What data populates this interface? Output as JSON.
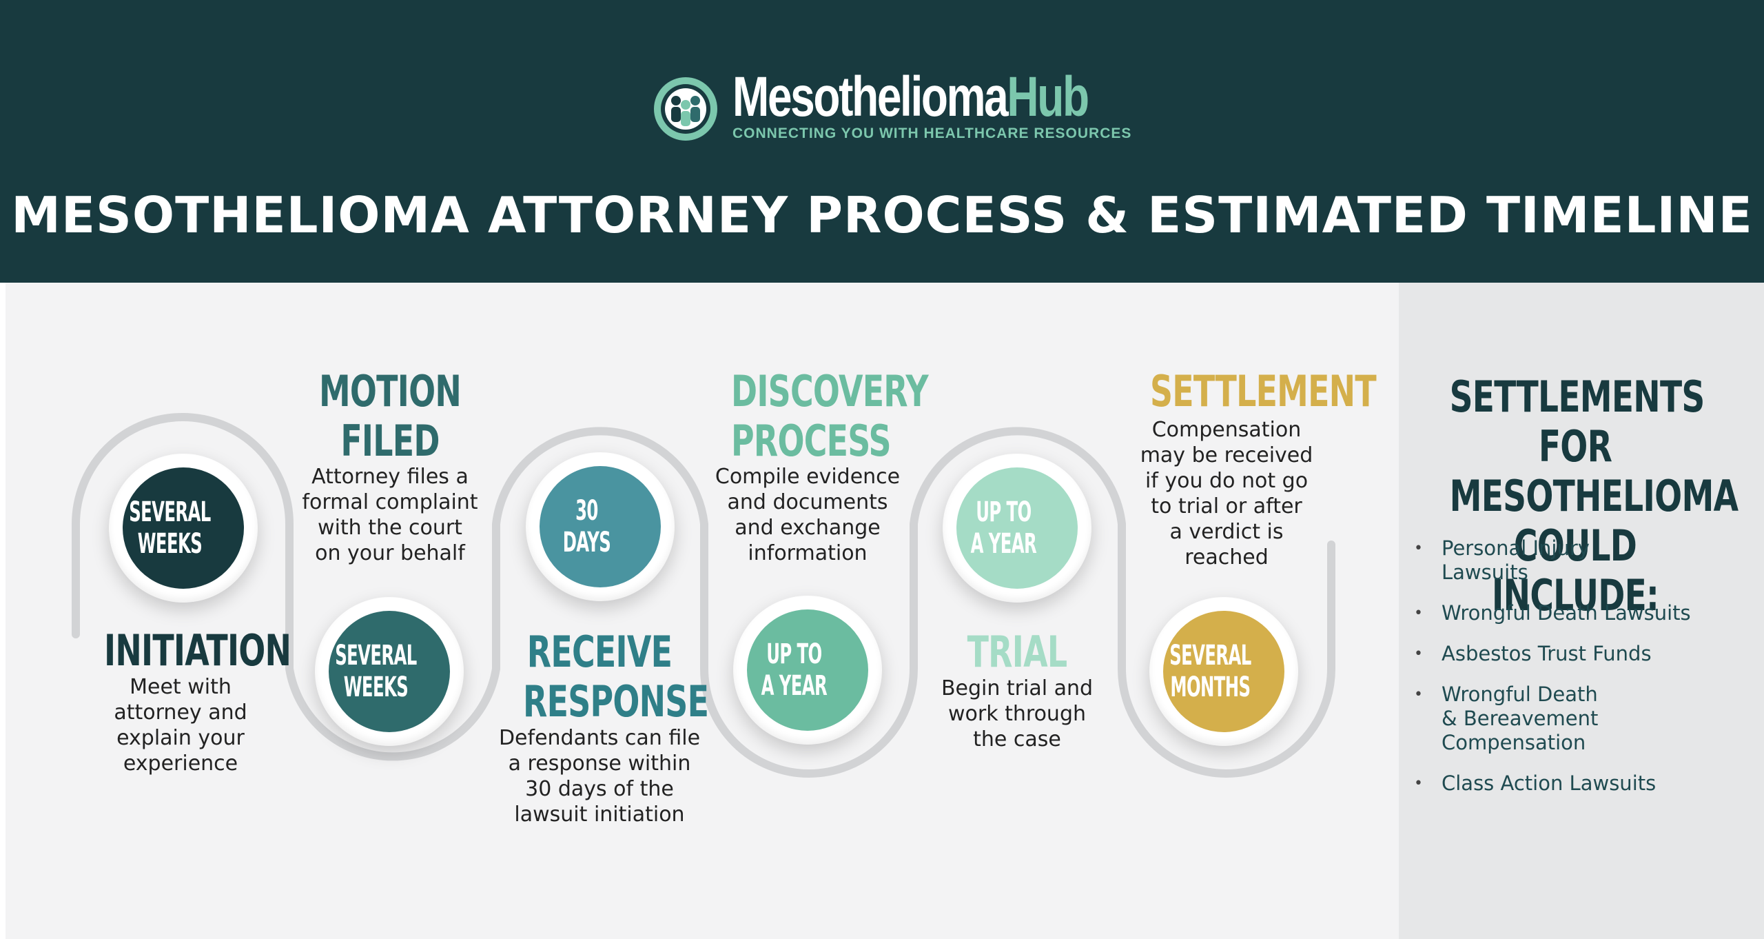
{
  "header": {
    "logo": {
      "word1": "Mesothelioma",
      "word2": "Hub",
      "tagline": "CONNECTING YOU WITH HEALTHCARE RESOURCES"
    },
    "title": "MESOTHELIOMA ATTORNEY PROCESS & ESTIMATED TIMELINE"
  },
  "colors": {
    "header_bg": "#183a3f",
    "dark_teal": "#183a3f",
    "teal": "#2f6b6c",
    "mid_teal": "#4a94a0",
    "green": "#6bbca0",
    "light_green": "#a5dcc6",
    "gold": "#d4af4b"
  },
  "steps": [
    {
      "circle_line1": "SEVERAL",
      "circle_line2": "WEEKS",
      "title_line1": "INITIATION",
      "title_line2": "",
      "description": [
        "Meet with",
        "attorney and",
        "explain your",
        "experience"
      ]
    },
    {
      "circle_line1": "SEVERAL",
      "circle_line2": "WEEKS",
      "title_line1": "MOTION",
      "title_line2": "FILED",
      "description": [
        "Attorney files a",
        "formal complaint",
        "with the court",
        "on your behalf"
      ]
    },
    {
      "circle_line1": "30",
      "circle_line2": "DAYS",
      "title_line1": "RECEIVE",
      "title_line2": "RESPONSE",
      "description": [
        "Defendants can file",
        "a response within",
        "30 days of the",
        "lawsuit initiation"
      ]
    },
    {
      "circle_line1": "UP TO",
      "circle_line2": "A YEAR",
      "title_line1": "DISCOVERY",
      "title_line2": "PROCESS",
      "description": [
        "Compile evidence",
        "and documents",
        "and exchange",
        "information"
      ]
    },
    {
      "circle_line1": "UP TO",
      "circle_line2": "A YEAR",
      "title_line1": "TRIAL",
      "title_line2": "",
      "description": [
        "Begin trial and",
        "work through",
        "the case"
      ]
    },
    {
      "circle_line1": "SEVERAL",
      "circle_line2": "MONTHS",
      "title_line1": "SETTLEMENT",
      "title_line2": "",
      "description": [
        "Compensation",
        "may be received",
        "if you do not go",
        "to trial or after",
        "a verdict is",
        "reached"
      ]
    }
  ],
  "sidebar": {
    "title_lines": [
      "SETTLEMENTS FOR",
      "MESOTHELIOMA",
      "COULD INCLUDE:"
    ],
    "bullet": "•",
    "items": [
      [
        "Personal Injury",
        "Lawsuits"
      ],
      [
        "Wrongful Death Lawsuits"
      ],
      [
        "Asbestos Trust Funds"
      ],
      [
        "Wrongful Death",
        "& Bereavement",
        "Compensation"
      ],
      [
        "Class Action Lawsuits"
      ]
    ]
  }
}
